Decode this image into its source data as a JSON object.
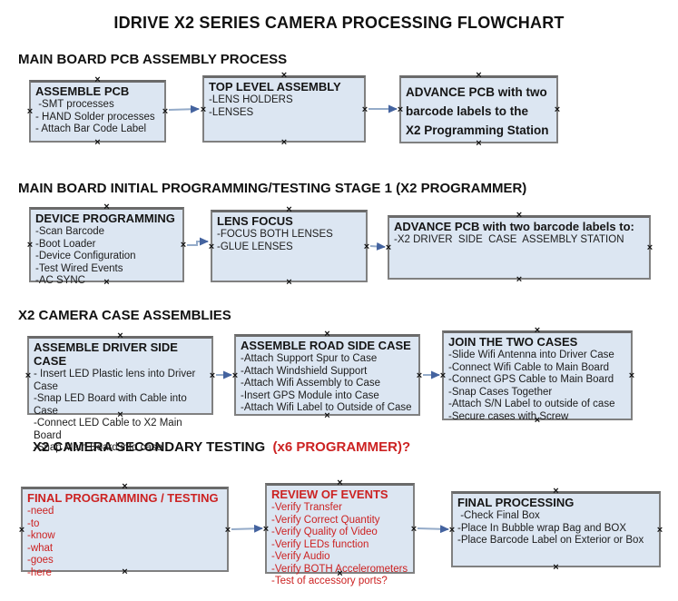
{
  "title": "IDRIVE X2  SERIES CAMERA PROCESSING FLOWCHART",
  "icons": {
    "handle": "×"
  },
  "colors": {
    "box_fill": "#dce6f2",
    "box_border": "#808080",
    "red_text": "#cc2222",
    "arrow_line": "#94abc9",
    "arrow_head": "#44639f"
  },
  "sections": [
    {
      "heading": "MAIN BOARD PCB ASSEMBLY PROCESS",
      "boxes": [
        {
          "title": "ASSEMBLE PCB",
          "items": [
            " -SMT processes",
            "- HAND Solder processes",
            "- Attach Bar Code Label"
          ]
        },
        {
          "title": "TOP LEVEL ASSEMBLY",
          "items": [
            "-LENS HOLDERS",
            "-LENSES"
          ]
        },
        {
          "title": "ADVANCE PCB with two\nbarcode labels to the\n X2 Programming Station",
          "items": []
        }
      ]
    },
    {
      "heading": "MAIN BOARD INITIAL PROGRAMMING/TESTING STAGE 1 (X2 PROGRAMMER)",
      "boxes": [
        {
          "title": "DEVICE PROGRAMMING",
          "items": [
            "-Scan Barcode",
            "-Boot Loader",
            "-Device Configuration",
            "-Test Wired Events",
            "-AC SYNC"
          ]
        },
        {
          "title": "LENS FOCUS",
          "items": [
            "-FOCUS BOTH LENSES",
            "-GLUE LENSES"
          ]
        },
        {
          "title": "ADVANCE PCB with two barcode labels to:",
          "items": [
            "-X2 DRIVER  SIDE  CASE  ASSEMBLY STATION"
          ]
        }
      ]
    },
    {
      "heading": "X2 CAMERA CASE ASSEMBLIES",
      "boxes": [
        {
          "title": "ASSEMBLE DRIVER SIDE CASE",
          "items": [
            "- Insert LED Plastic lens into Driver Case",
            "-Snap LED Board with Cable into Case",
            "-Connect LED Cable to X2 Main Board",
            "-Snap Main Board into case"
          ]
        },
        {
          "title": "ASSEMBLE ROAD SIDE CASE",
          "items": [
            "-Attach Support Spur to Case",
            "-Attach Windshield Support",
            "-Attach Wifi Assembly to Case",
            "-Insert GPS Module into Case",
            "-Attach Wifi Label to Outside of Case"
          ]
        },
        {
          "title": "JOIN THE TWO CASES",
          "items": [
            "-Slide Wifi Antenna into Driver Case",
            "-Connect Wifi Cable to Main Board",
            "-Connect GPS Cable to Main Board",
            "-Snap Cases Together",
            "-Attach S/N Label to outside of case",
            "-Secure cases with Screw"
          ]
        }
      ]
    },
    {
      "heading": "X2 CAMERA SECONDARY TESTING  ",
      "heading_red": "(x6 PROGRAMMER)?",
      "boxes": [
        {
          "title": "FINAL PROGRAMMING / TESTING",
          "items": [
            "-need",
            "-to",
            "-know",
            "-what",
            "-goes",
            "-here"
          ],
          "red": true
        },
        {
          "title": "REVIEW OF EVENTS",
          "items": [
            "-Verify Transfer",
            "-Verify Correct Quantity",
            "-Verify Quality of Video",
            "-Verify LEDs function",
            "-Verify Audio",
            "-Verify BOTH Accelerometers",
            "-Test of accessory ports?"
          ],
          "red": true
        },
        {
          "title": "FINAL PROCESSING",
          "items": [
            " -Check Final Box",
            "-Place In Bubble wrap Bag and BOX",
            "-Place Barcode Label on Exterior or Box"
          ]
        }
      ]
    }
  ]
}
